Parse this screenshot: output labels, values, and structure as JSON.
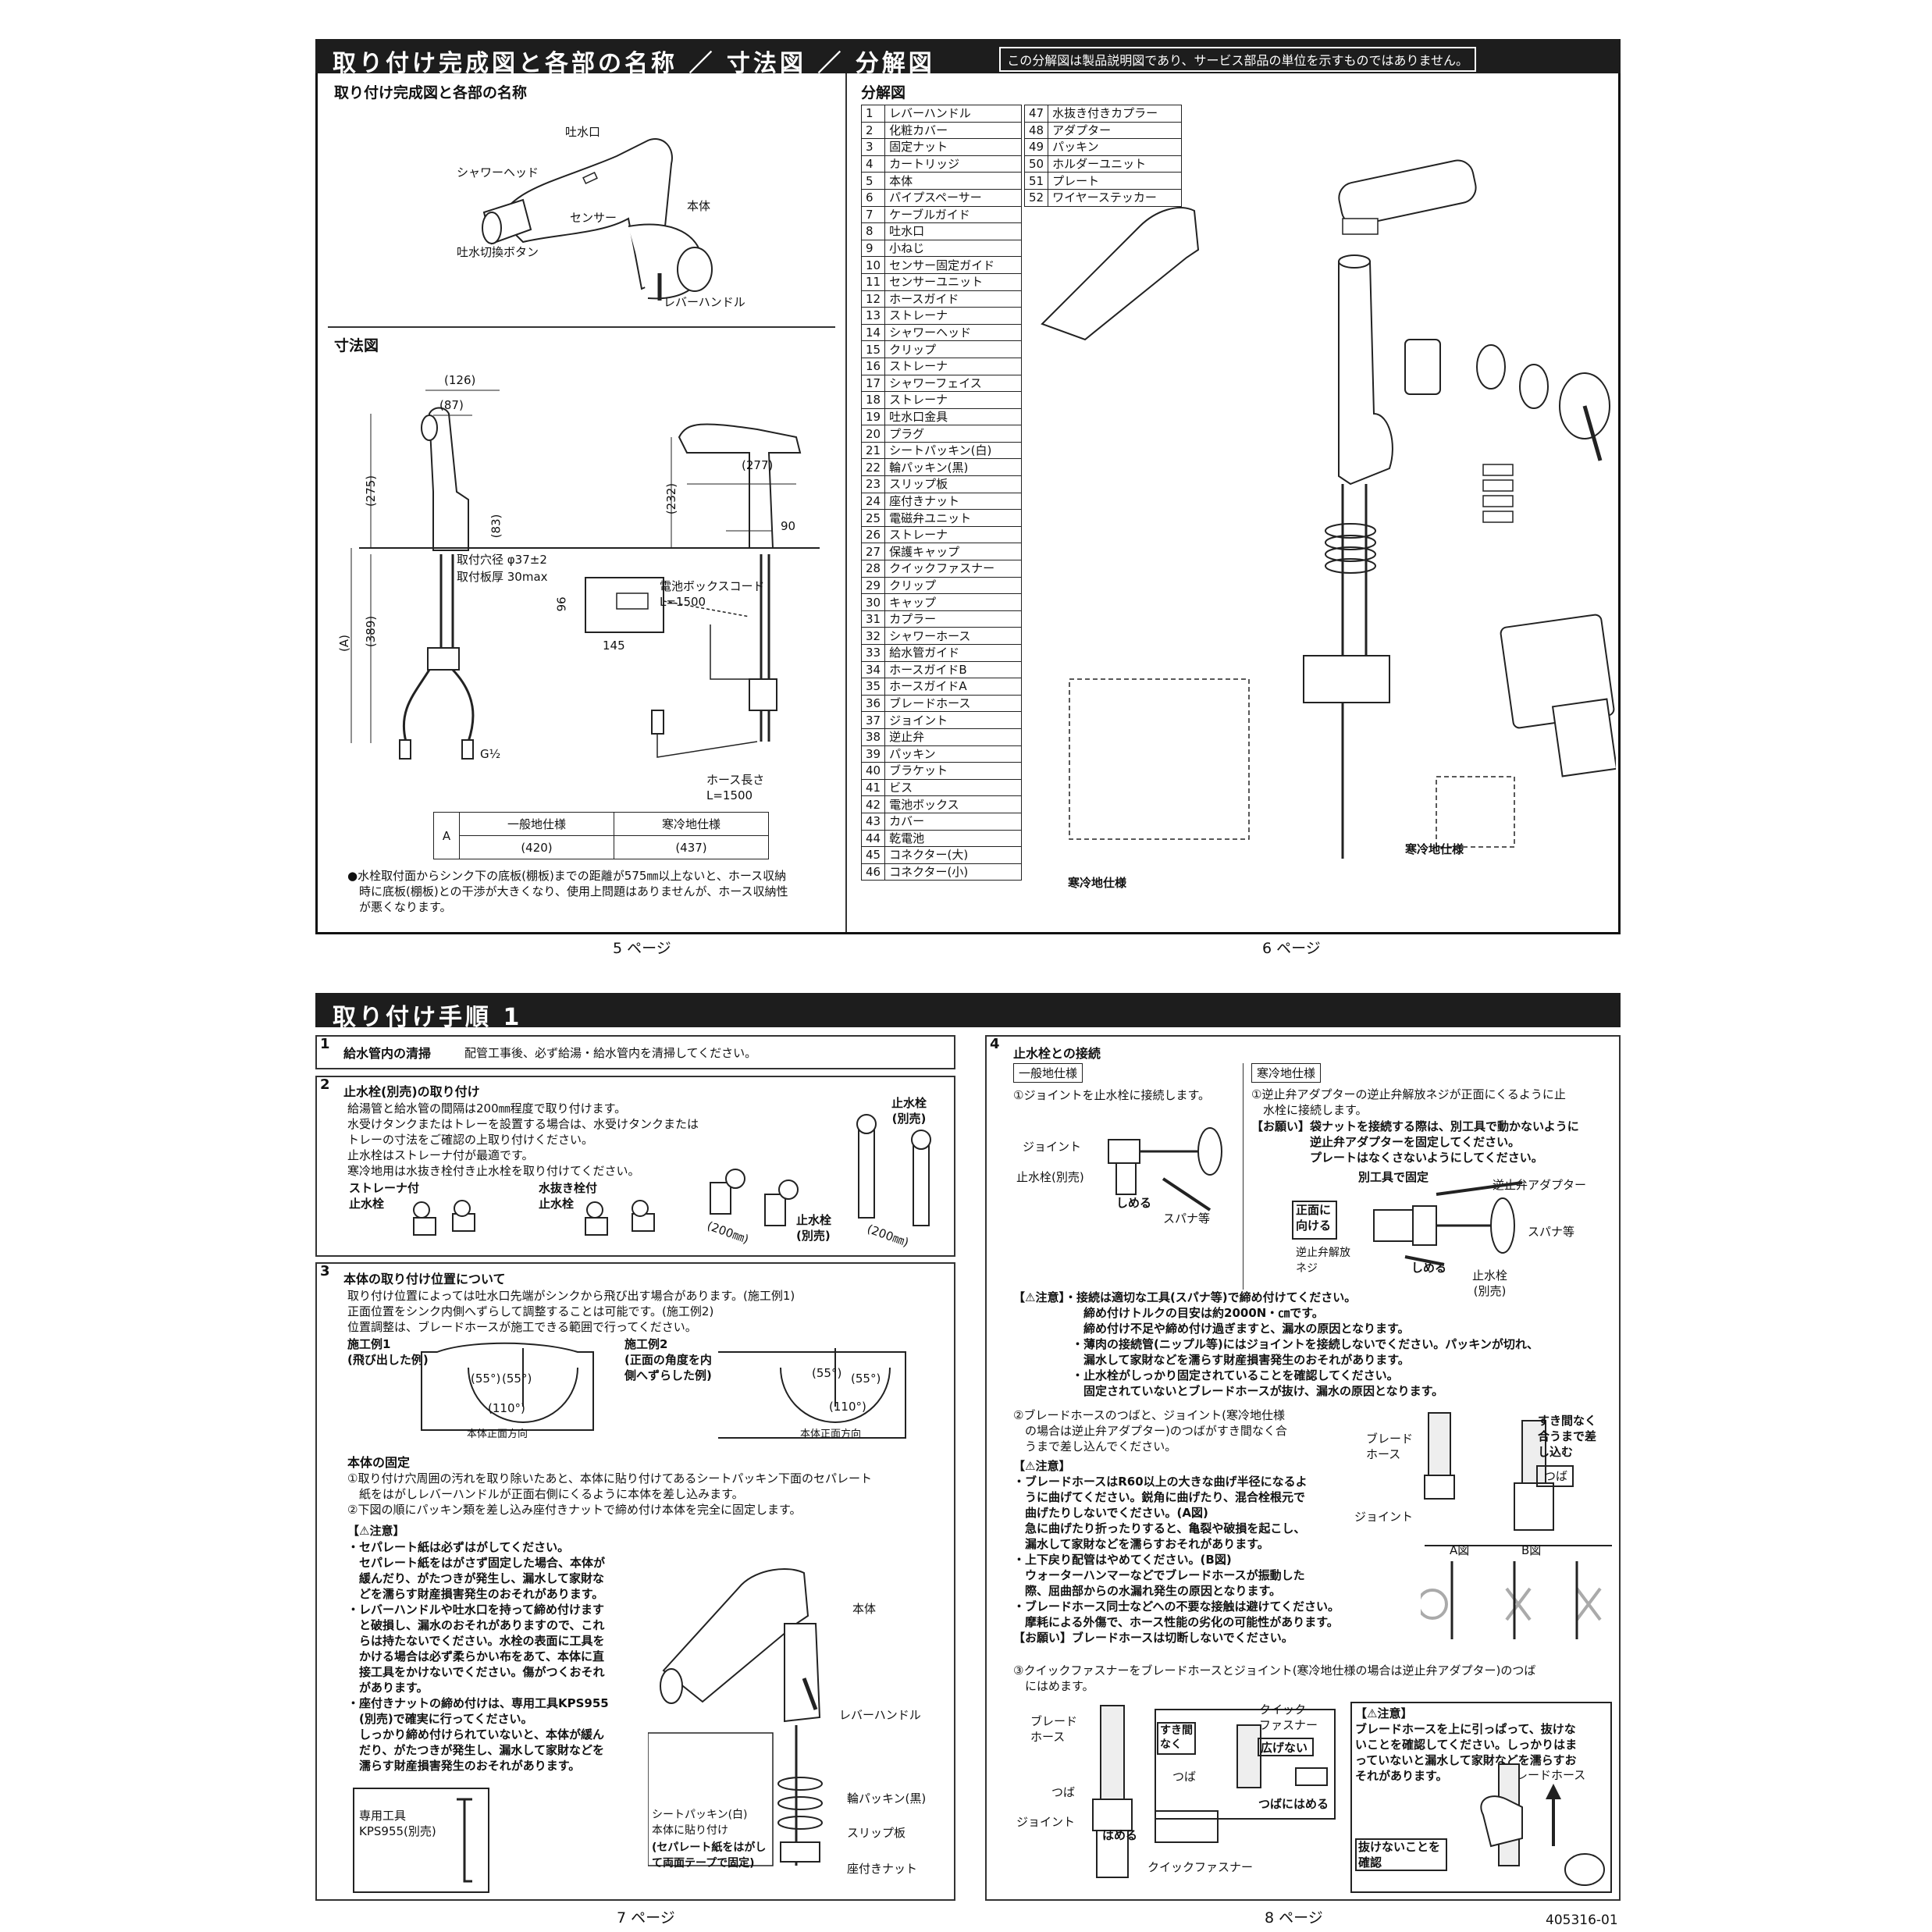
{
  "top": {
    "title": "取り付け完成図と各部の名称 ／ 寸法図 ／ 分解図",
    "note": "この分解図は製品説明図であり、サービス部品の単位を示すものではありません。",
    "assembly": {
      "heading": "取り付け完成図と各部の名称",
      "labels": {
        "spout": "吐水口",
        "shower_head": "シャワーヘッド",
        "body": "本体",
        "sensor": "センサー",
        "switch_button": "吐水切換ボタン",
        "lever": "レバーハンドル"
      }
    },
    "dimension": {
      "heading": "寸法図",
      "dims": {
        "d126": "(126)",
        "d87": "(87)",
        "d275": "(275)",
        "d83": "(83)",
        "d232": "(232)",
        "d277": "(277)",
        "d90": "90",
        "d389": "(389)",
        "dA": "(A)",
        "d96": "96",
        "d145": "145",
        "g": "G½"
      },
      "hole": "取付穴径 φ37±2",
      "thickness": "取付板厚 30max",
      "battery_cord": "電池ボックスコード",
      "battery_len": "L=1500",
      "hose": "ホース長さ",
      "hose_len": "L=1500",
      "table": {
        "row_label": "A",
        "col1": "一般地仕様",
        "col2": "寒冷地仕様",
        "v1": "(420)",
        "v2": "(437)"
      },
      "footnote": "●水栓取付面からシンク下の底板(棚板)までの距離が575㎜以上ないと、ホース収納\n　時に底板(棚板)との干渉が大きくなり、使用上問題はありませんが、ホース収納性\n　が悪くなります。"
    },
    "exploded": {
      "heading": "分解図",
      "parts": [
        [
          "1",
          "レバーハンドル"
        ],
        [
          "2",
          "化粧カバー"
        ],
        [
          "3",
          "固定ナット"
        ],
        [
          "4",
          "カートリッジ"
        ],
        [
          "5",
          "本体"
        ],
        [
          "6",
          "パイプスペーサー"
        ],
        [
          "7",
          "ケーブルガイド"
        ],
        [
          "8",
          "吐水口"
        ],
        [
          "9",
          "小ねじ"
        ],
        [
          "10",
          "センサー固定ガイド"
        ],
        [
          "11",
          "センサーユニット"
        ],
        [
          "12",
          "ホースガイド"
        ],
        [
          "13",
          "ストレーナ"
        ],
        [
          "14",
          "シャワーヘッド"
        ],
        [
          "15",
          "クリップ"
        ],
        [
          "16",
          "ストレーナ"
        ],
        [
          "17",
          "シャワーフェイス"
        ],
        [
          "18",
          "ストレーナ"
        ],
        [
          "19",
          "吐水口金具"
        ],
        [
          "20",
          "プラグ"
        ],
        [
          "21",
          "シートパッキン(白)"
        ],
        [
          "22",
          "輪パッキン(黒)"
        ],
        [
          "23",
          "スリップ板"
        ],
        [
          "24",
          "座付きナット"
        ],
        [
          "25",
          "電磁弁ユニット"
        ],
        [
          "26",
          "ストレーナ"
        ],
        [
          "27",
          "保護キャップ"
        ],
        [
          "28",
          "クイックファスナー"
        ],
        [
          "29",
          "クリップ"
        ],
        [
          "30",
          "キャップ"
        ],
        [
          "31",
          "カプラー"
        ],
        [
          "32",
          "シャワーホース"
        ],
        [
          "33",
          "給水管ガイド"
        ],
        [
          "34",
          "ホースガイドB"
        ],
        [
          "35",
          "ホースガイドA"
        ],
        [
          "36",
          "ブレードホース"
        ],
        [
          "37",
          "ジョイント"
        ],
        [
          "38",
          "逆止弁"
        ],
        [
          "39",
          "パッキン"
        ],
        [
          "40",
          "ブラケット"
        ],
        [
          "41",
          "ビス"
        ],
        [
          "42",
          "電池ボックス"
        ],
        [
          "43",
          "カバー"
        ],
        [
          "44",
          "乾電池"
        ],
        [
          "45",
          "コネクター(大)"
        ],
        [
          "46",
          "コネクター(小)"
        ]
      ],
      "parts2": [
        [
          "47",
          "水抜き付きカプラー"
        ],
        [
          "48",
          "アダプター"
        ],
        [
          "49",
          "パッキン"
        ],
        [
          "50",
          "ホルダーユニット"
        ],
        [
          "51",
          "プレート"
        ],
        [
          "52",
          "ワイヤーステッカー"
        ]
      ],
      "cold1": "寒冷地仕様",
      "cold2": "寒冷地仕様"
    },
    "page5": "5 ページ",
    "page6": "6 ページ"
  },
  "bottom": {
    "title": "取り付け手順 1",
    "step1": {
      "num": "1",
      "title": "給水管内の清掃",
      "text": "配管工事後、必ず給湯・給水管内を清掃してください。"
    },
    "step2": {
      "num": "2",
      "title": "止水栓(別売)の取り付け",
      "text": "給湯管と給水管の間隔は200㎜程度で取り付けます。\n水受けタンクまたはトレーを設置する場合は、水受けタンクまたは\nトレーの寸法をご確認の上取り付けください。\n止水栓はストレーナ付が最適です。\n寒冷地用は水抜き栓付き止水栓を取り付けてください。",
      "l1": "ストレーナ付\n止水栓",
      "l2": "水抜き栓付\n止水栓",
      "l3": "止水栓\n(別売)",
      "l4": "止水栓\n(別売)",
      "d200a": "(200㎜)",
      "d200b": "(200㎜)"
    },
    "step3": {
      "num": "3",
      "title": "本体の取り付け位置について",
      "text": "取り付け位置によっては吐水口先端がシンクから飛び出す場合があります。(施工例1)\n正面位置をシンク内側へずらして調整することは可能です。(施工例2)\n位置調整は、ブレードホースが施工できる範囲で行ってください。",
      "ex1": "施工例1\n(飛び出した例)",
      "ex2": "施工例2\n(正面の角度を内\n側へずらした例)",
      "a55": "(55°)",
      "a110": "(110°)",
      "front": "本体正面方向",
      "fix_title": "本体の固定",
      "fix_text": "①取り付け穴周囲の汚れを取り除いたあと、本体に貼り付けてあるシートパッキン下面のセパレート\n　紙をはがしレバーハンドルが正面右側にくるように本体を差し込みます。\n②下図の順にパッキン類を差し込み座付きナットで締め付け本体を完全に固定します。",
      "caution_title": "【⚠注意】",
      "caution": "・セパレート紙は必ずはがしてください。\n　セパレート紙をはがさず固定した場合、本体が\n　緩んだり、がたつきが発生し、漏水して家財な\n　どを濡らす財産損害発生のおそれがあります。\n・レバーハンドルや吐水口を持って締め付けます\n　と破損し、漏水のおそれがありますので、これ\n　らは持たないでください。水栓の表面に工具を\n　かける場合は必ず柔らかい布をあて、本体に直\n　接工具をかけないでください。傷がつくおそれ\n　があります。\n・座付きナットの締め付けは、専用工具KPS955\n　(別売)で確実に行ってください。\n　しっかり締め付けられていないと、本体が緩ん\n　だり、がたつきが発生し、漏水して家財などを\n　濡らす財産損害発生のおそれがあります。",
      "tool": "専用工具\nKPS955(別売)",
      "body": "本体",
      "lever": "レバーハンドル",
      "sheet": "シートパッキン(白)\n本体に貼り付け",
      "separate": "(セパレート紙をはがし\nて両面テープで固定)",
      "ring": "輪パッキン(黒)",
      "slip": "スリップ板",
      "nut": "座付きナット"
    },
    "step4": {
      "num": "4",
      "title": "止水栓との接続",
      "general": "一般地仕様",
      "cold": "寒冷地仕様",
      "g1": "①ジョイントを止水栓に接続します。",
      "c1": "①逆止弁アダプターの逆止弁解放ネジが正面にくるように止\n　水栓に接続します。",
      "c1b": "【お願い】袋ナットを接続する際は、別工具で動かないように\n　　　　　逆止弁アダプターを固定してください。\n　　　　　プレートはなくさないようにしてください。",
      "joint": "ジョイント",
      "stopcock": "止水栓(別売)",
      "tighten": "しめる",
      "spanner": "スパナ等",
      "other_tool": "別工具で固定",
      "check_adapter": "逆止弁アダプター",
      "front_face": "正面に\n向ける",
      "release": "逆止弁解放\nネジ",
      "tighten2": "しめる",
      "spanner2": "スパナ等",
      "stopcock2": "止水栓\n(別売)",
      "caution1": "【⚠注意】・接続は適切な工具(スパナ等)で締め付けてください。\n　　　　　　締め付けトルクの目安は約2000N・㎝です。\n　　　　　　締め付け不足や締め付け過ぎますと、漏水の原因となります。\n　　　　　・薄肉の接続管(ニップル等)にはジョイントを接続しないでください。パッキンが切れ、\n　　　　　　漏水して家財などを濡らす財産損害発生のおそれがあります。\n　　　　　・止水栓がしっかり固定されていることを確認してください。\n　　　　　　固定されていないとブレードホースが抜け、漏水の原因となります。",
      "p2": "②ブレードホースのつばと、ジョイント(寒冷地仕様\n　の場合は逆止弁アダプター)のつばがすき間なく合\n　うまで差し込んでください。",
      "braid": "ブレード\nホース",
      "joint2": "ジョイント",
      "nogap": "すき間なく\n合うまで差\nし込む",
      "flange": "つば",
      "figA": "A図",
      "figB": "B図",
      "caution2": "【⚠注意】\n・ブレードホースはR60以上の大きな曲げ半径になるよ\n　うに曲げてください。鋭角に曲げたり、混合栓根元で\n　曲げたりしないでください。(A図)\n　急に曲げたり折ったりすると、亀裂や破損を起こし、\n　漏水して家財などを濡らすおそれがあります。\n・上下戻り配管はやめてください。(B図)\n　ウォーターハンマーなどでブレードホースが振動した\n　際、屈曲部からの水漏れ発生の原因となります。\n・ブレードホース同士などへの不要な接触は避けてください。\n　摩耗による外傷で、ホース性能の劣化の可能性があります。\n【お願い】ブレードホースは切断しないでください。",
      "p3": "③クイックファスナーをブレードホースとジョイント(寒冷地仕様の場合は逆止弁アダプター)のつば\n　にはめます。",
      "braid3": "ブレード\nホース",
      "flange3": "つば",
      "joint3": "ジョイント",
      "insert": "はめる",
      "qf": "クイックファスナー",
      "nogap3": "すき間\nなく",
      "qf2": "クイック\nファスナー",
      "spread": "広げない",
      "flange4": "つば",
      "fit": "つばにはめる",
      "caution3": "【⚠注意】\nブレードホースを上に引っぱって、抜けな\nいことを確認してください。しっかりはま\nっていないと漏水して家財などを濡らすお\nそれがあります。",
      "braid5": "ブレードホース",
      "check": "抜けないことを\n確認"
    },
    "page7": "7 ページ",
    "page8": "8 ページ",
    "docno": "405316-01"
  }
}
